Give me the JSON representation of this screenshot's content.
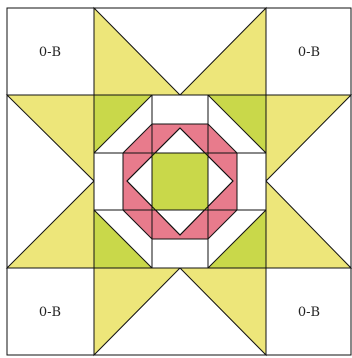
{
  "corner_labels": {
    "top_left": "0-B",
    "top_right": "0-B",
    "bottom_left": "0-B",
    "bottom_right": "0-B"
  },
  "colors": {
    "star_point_light": "#ede67a",
    "star_point_dark": "#c9d84a",
    "center_square": "#c9d84a",
    "ring": "#e87b8c",
    "background": "#ffffff",
    "outline": "#111111"
  }
}
